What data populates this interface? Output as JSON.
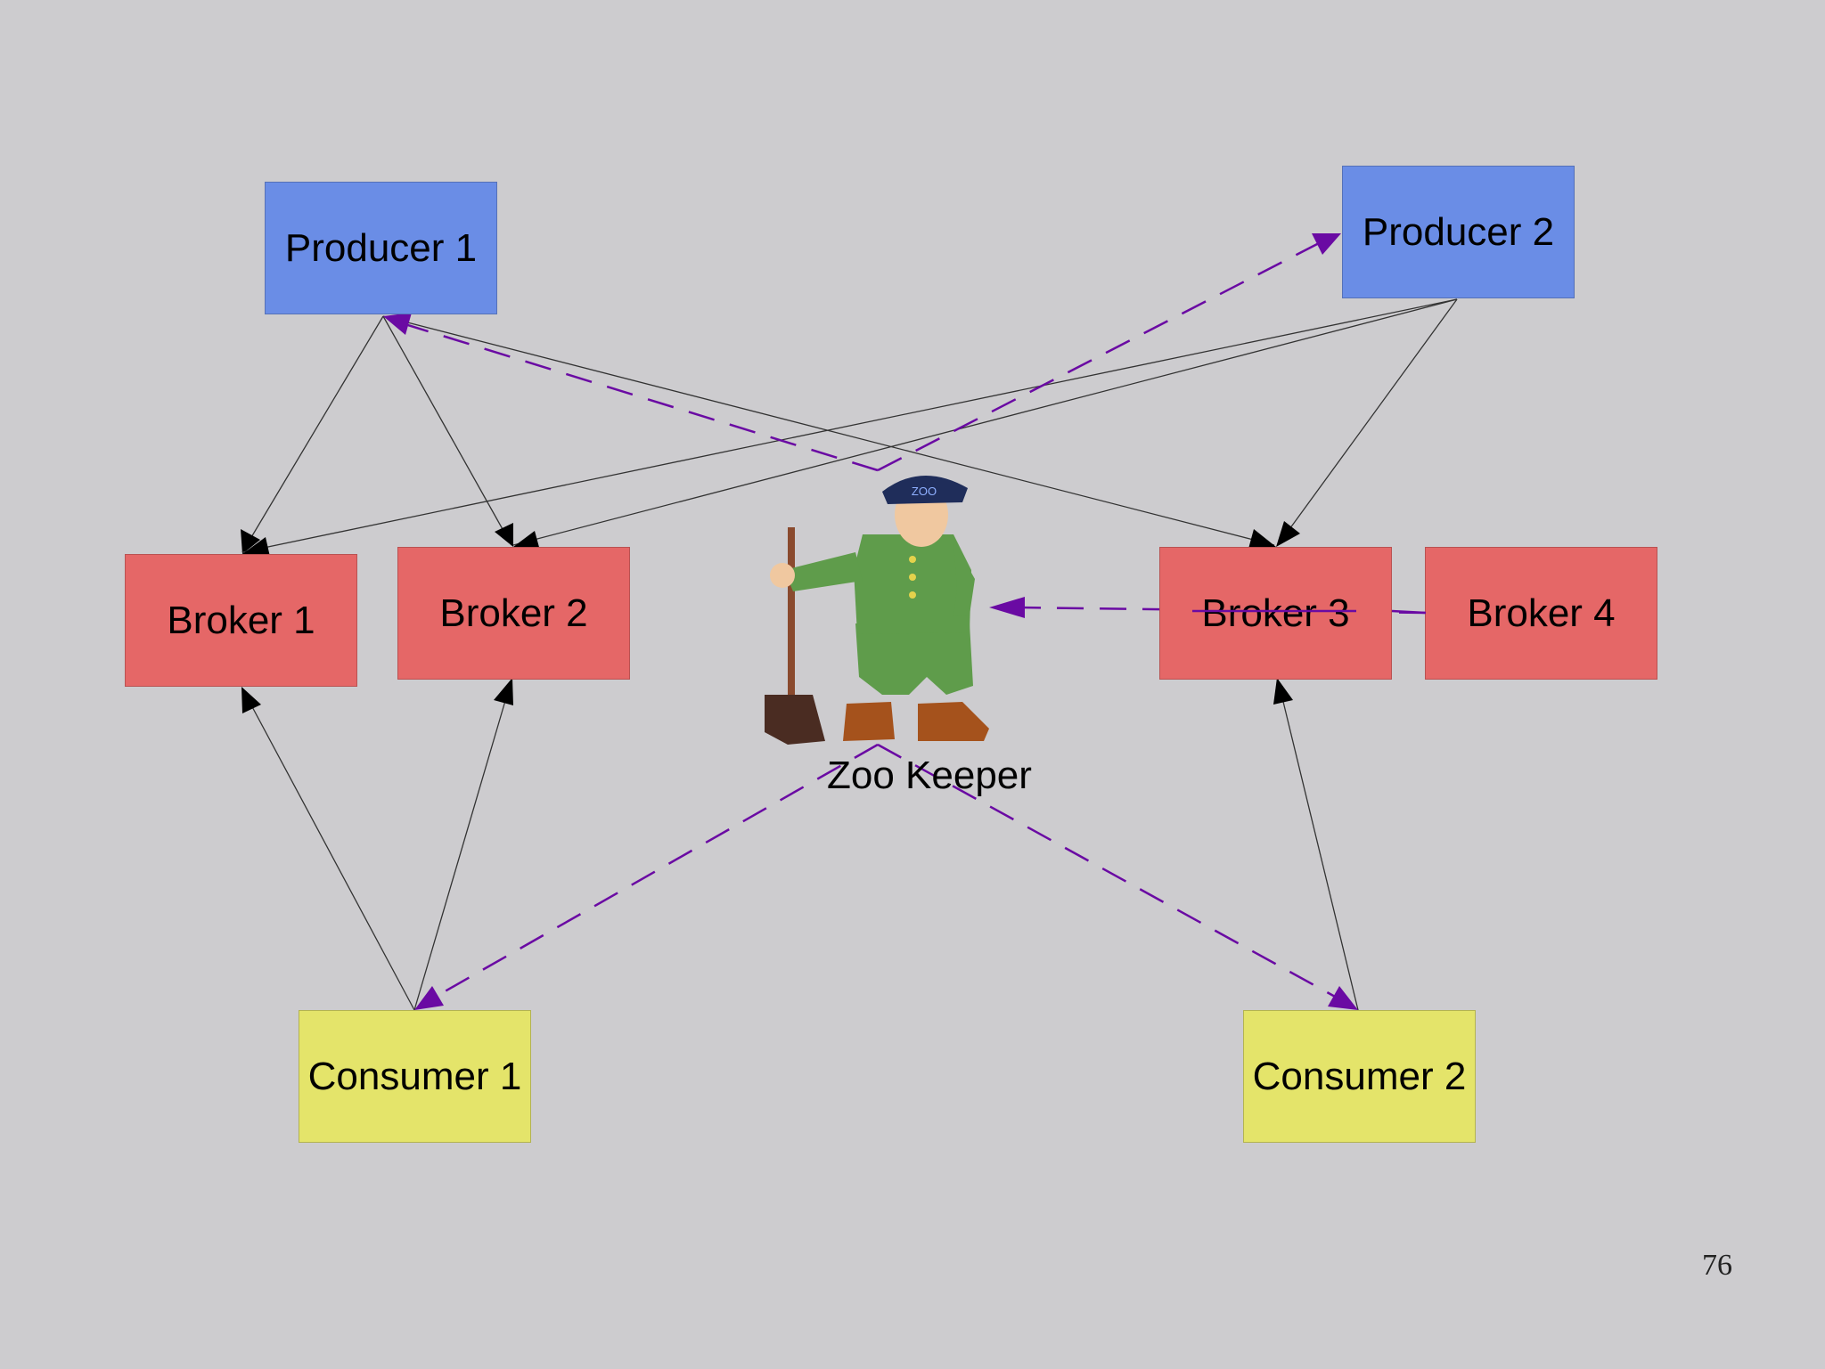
{
  "nodes": {
    "producer1": "Producer 1",
    "producer2": "Producer 2",
    "broker1": "Broker 1",
    "broker2": "Broker 2",
    "broker3": "Broker 3",
    "broker4": "Broker 4",
    "consumer1": "Consumer 1",
    "consumer2": "Consumer 2"
  },
  "zookeeper": {
    "label": "Zoo Keeper",
    "cap_text": "ZOO"
  },
  "page_number": "76",
  "colors": {
    "background": "#cdcccf",
    "producer": "#6a8de6",
    "broker": "#e56767",
    "consumer": "#e4e46a",
    "solid_edge": "#333333",
    "dashed_edge": "#6a0aa3"
  },
  "edges": {
    "solid": [
      {
        "from": "producer1",
        "to": "broker1"
      },
      {
        "from": "producer1",
        "to": "broker2"
      },
      {
        "from": "producer1",
        "to": "broker3"
      },
      {
        "from": "producer2",
        "to": "broker1"
      },
      {
        "from": "producer2",
        "to": "broker2"
      },
      {
        "from": "producer2",
        "to": "broker3"
      },
      {
        "from": "consumer1",
        "to": "broker1"
      },
      {
        "from": "consumer1",
        "to": "broker2"
      },
      {
        "from": "consumer2",
        "to": "broker3"
      }
    ],
    "dashed": [
      {
        "from": "zookeeper",
        "to": "producer1"
      },
      {
        "from": "zookeeper",
        "to": "producer2"
      },
      {
        "from": "broker4",
        "to": "zookeeper"
      },
      {
        "from": "zookeeper",
        "to": "consumer1"
      },
      {
        "from": "zookeeper",
        "to": "consumer2"
      }
    ]
  }
}
